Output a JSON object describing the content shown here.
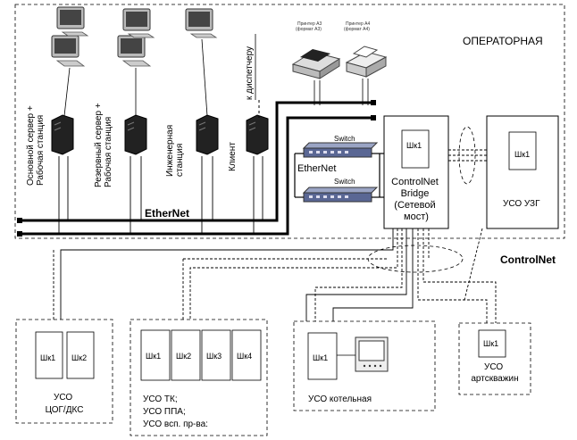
{
  "operator_room": {
    "label": "ОПЕРАТОРНАЯ"
  },
  "ethernet_label": "EtherNet",
  "ethernet_label_2": "EtherNet",
  "controlnet_label": "ControlNet",
  "switch_labels": [
    "Switch",
    "Switch"
  ],
  "printers": [
    {
      "caption_line1": "Принтер А3",
      "caption_line2": "(формат А3)"
    },
    {
      "caption_line1": "Принтер А4",
      "caption_line2": "(формат А4)"
    }
  ],
  "stations": [
    {
      "line1": "Основной сервер +",
      "line2": "Рабочая станция"
    },
    {
      "line1": "Резервный сервер +",
      "line2": "Рабочая станция"
    },
    {
      "line1": "Инженерная",
      "line2": "станция"
    },
    {
      "line1": "Клиент",
      "line2": ""
    },
    {
      "line1": "к диспетчеру",
      "line2": ""
    }
  ],
  "bridge": {
    "cabinet": "Шк1",
    "lines": [
      "ControlNet",
      "Bridge",
      "(Сетевой",
      "мост)"
    ]
  },
  "uso_uzg": {
    "cabinet": "Шк1",
    "label": "УСО УЗГ"
  },
  "uso_cog": {
    "cabinets": [
      "Шк1",
      "Шк2"
    ],
    "label_lines": [
      "УСО",
      "ЦОГ/ДКС"
    ]
  },
  "uso_tk": {
    "cabinets": [
      "Шк1",
      "Шк2",
      "Шк3",
      "Шк4"
    ],
    "label_lines": [
      "УСО ТК;",
      "УСО ППА;",
      "УСО всп. пр-ва:"
    ]
  },
  "uso_boiler": {
    "cabinet": "Шк1",
    "label": "УСО котельная"
  },
  "uso_wells": {
    "cabinet": "Шк1",
    "label_lines": [
      "УСО",
      "артскважин"
    ]
  }
}
